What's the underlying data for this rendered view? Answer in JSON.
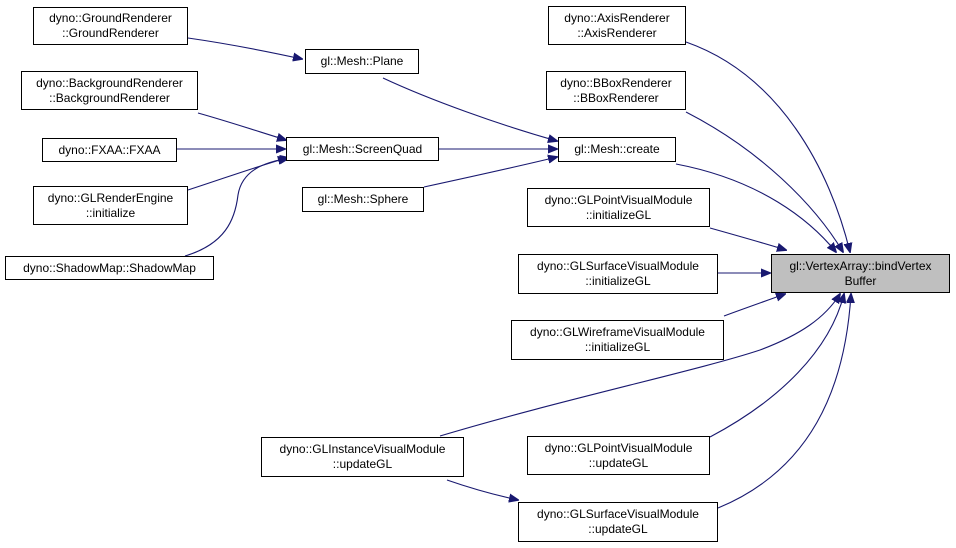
{
  "colors": {
    "edge": "#191970",
    "node_border": "#000000",
    "focus_fill": "#bfbfbf",
    "background": "#ffffff"
  },
  "nodes": {
    "groundRenderer": {
      "line1": "dyno::GroundRenderer",
      "line2": "::GroundRenderer"
    },
    "backgroundRenderer": {
      "line1": "dyno::BackgroundRenderer",
      "line2": "::BackgroundRenderer"
    },
    "fxaa": {
      "line1": "dyno::FXAA::FXAA"
    },
    "glRenderEngine": {
      "line1": "dyno::GLRenderEngine",
      "line2": "::initialize"
    },
    "shadowMap": {
      "line1": "dyno::ShadowMap::ShadowMap"
    },
    "meshPlane": {
      "line1": "gl::Mesh::Plane"
    },
    "meshScreenQuad": {
      "line1": "gl::Mesh::ScreenQuad"
    },
    "meshSphere": {
      "line1": "gl::Mesh::Sphere"
    },
    "axisRenderer": {
      "line1": "dyno::AxisRenderer",
      "line2": "::AxisRenderer"
    },
    "bboxRenderer": {
      "line1": "dyno::BBoxRenderer",
      "line2": "::BBoxRenderer"
    },
    "meshCreate": {
      "line1": "gl::Mesh::create"
    },
    "pointInit": {
      "line1": "dyno::GLPointVisualModule",
      "line2": "::initializeGL"
    },
    "surfaceInit": {
      "line1": "dyno::GLSurfaceVisualModule",
      "line2": "::initializeGL"
    },
    "wireframeInit": {
      "line1": "dyno::GLWireframeVisualModule",
      "line2": "::initializeGL"
    },
    "instanceUpdate": {
      "line1": "dyno::GLInstanceVisualModule",
      "line2": "::updateGL"
    },
    "pointUpdate": {
      "line1": "dyno::GLPointVisualModule",
      "line2": "::updateGL"
    },
    "surfaceUpdate": {
      "line1": "dyno::GLSurfaceVisualModule",
      "line2": "::updateGL"
    },
    "target": {
      "line1": "gl::VertexArray::bindVertex",
      "line2": "Buffer"
    }
  }
}
